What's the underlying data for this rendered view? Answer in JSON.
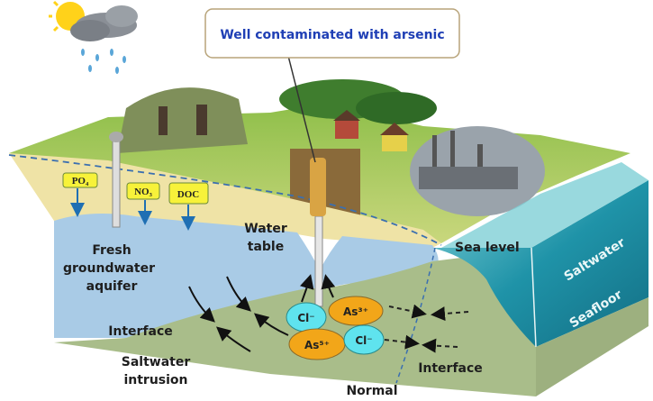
{
  "title": "Well contaminated with arsenic",
  "nutrients": [
    "PO₄",
    "NO₃",
    "DOC"
  ],
  "labels": {
    "fresh_aquifer": [
      "Fresh",
      "groundwater",
      "aquifer"
    ],
    "water_table": [
      "Water",
      "table"
    ],
    "interface_left": "Interface",
    "saltwater_intrusion": [
      "Saltwater",
      "intrusion"
    ],
    "normal": "Normal",
    "interface_right": "Interface",
    "sea_level": "Sea level",
    "saltwater": "Saltwater",
    "seafloor": "Seafloor"
  },
  "ions": {
    "cl_1": "Cl⁻",
    "as3": "As³⁺",
    "as5": "As⁵⁺",
    "cl_2": "Cl⁻"
  },
  "colors": {
    "title": "#1f3fb5",
    "aquifer": "#a9cbe6",
    "sand": "#efe3a6",
    "saline_ground": "#a9bd8a",
    "sea": "#1d8fa3",
    "arsenic": "#f2a619",
    "chloride": "#5fe3ee",
    "nutrient_box": "#f7f23a"
  }
}
